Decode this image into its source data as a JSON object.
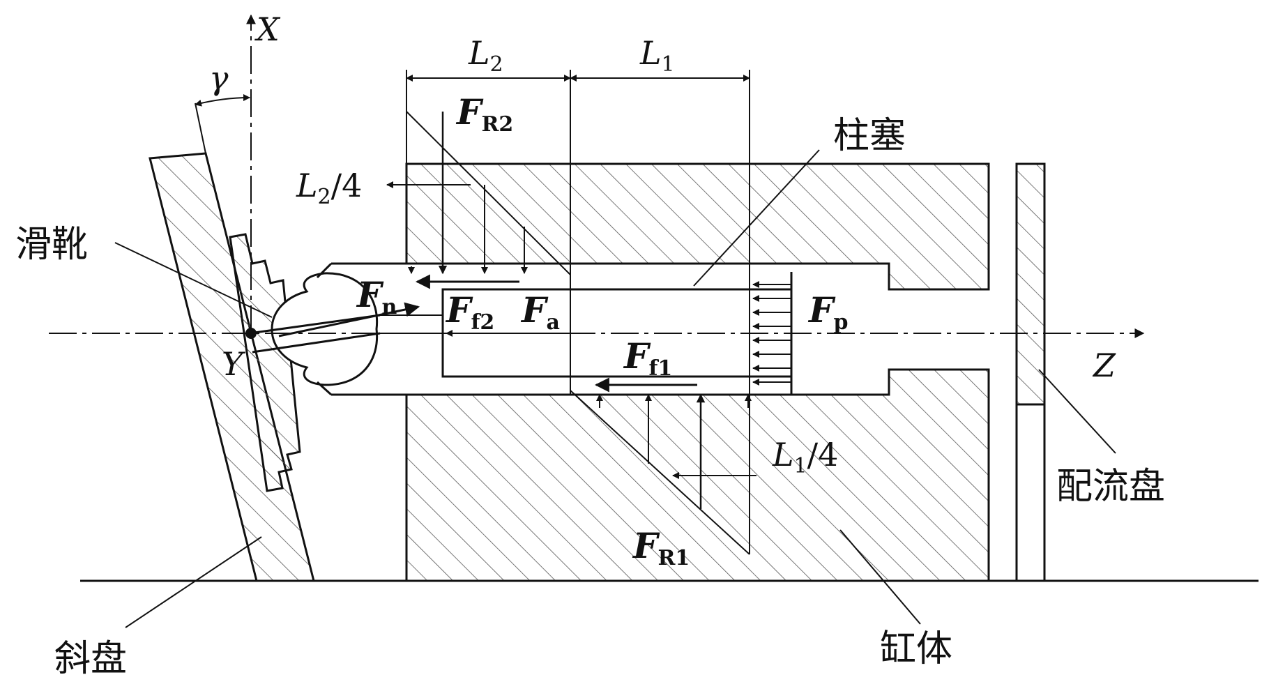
{
  "labels": {
    "axis_x": "X",
    "axis_y": "Y",
    "axis_z": "Z",
    "angle_gamma": "γ",
    "dim_L2": {
      "main": "L",
      "sub": "2"
    },
    "dim_L1": {
      "main": "L",
      "sub": "1"
    },
    "quarter_L2": {
      "main": "L",
      "sub": "2",
      "suffix": "/4"
    },
    "quarter_L1": {
      "main": "L",
      "sub": "1",
      "suffix": "/4"
    },
    "force_FR2": {
      "main": "F",
      "sub": "R2"
    },
    "force_FR1": {
      "main": "F",
      "sub": "R1"
    },
    "force_Fn": {
      "main": "F",
      "sub": "n"
    },
    "force_Ff2": {
      "main": "F",
      "sub": "f2"
    },
    "force_Fa": {
      "main": "F",
      "sub": "a"
    },
    "force_Fp": {
      "main": "F",
      "sub": "p"
    },
    "force_Ff1": {
      "main": "F",
      "sub": "f1"
    },
    "part_plunger": "柱塞",
    "part_slipper": "滑靴",
    "part_port_plate": "配流盘",
    "part_swash_plate": "斜盘",
    "part_cylinder_block": "缸体"
  },
  "colors": {
    "line": "#111111",
    "hatch": "#444444",
    "background": "#ffffff"
  }
}
